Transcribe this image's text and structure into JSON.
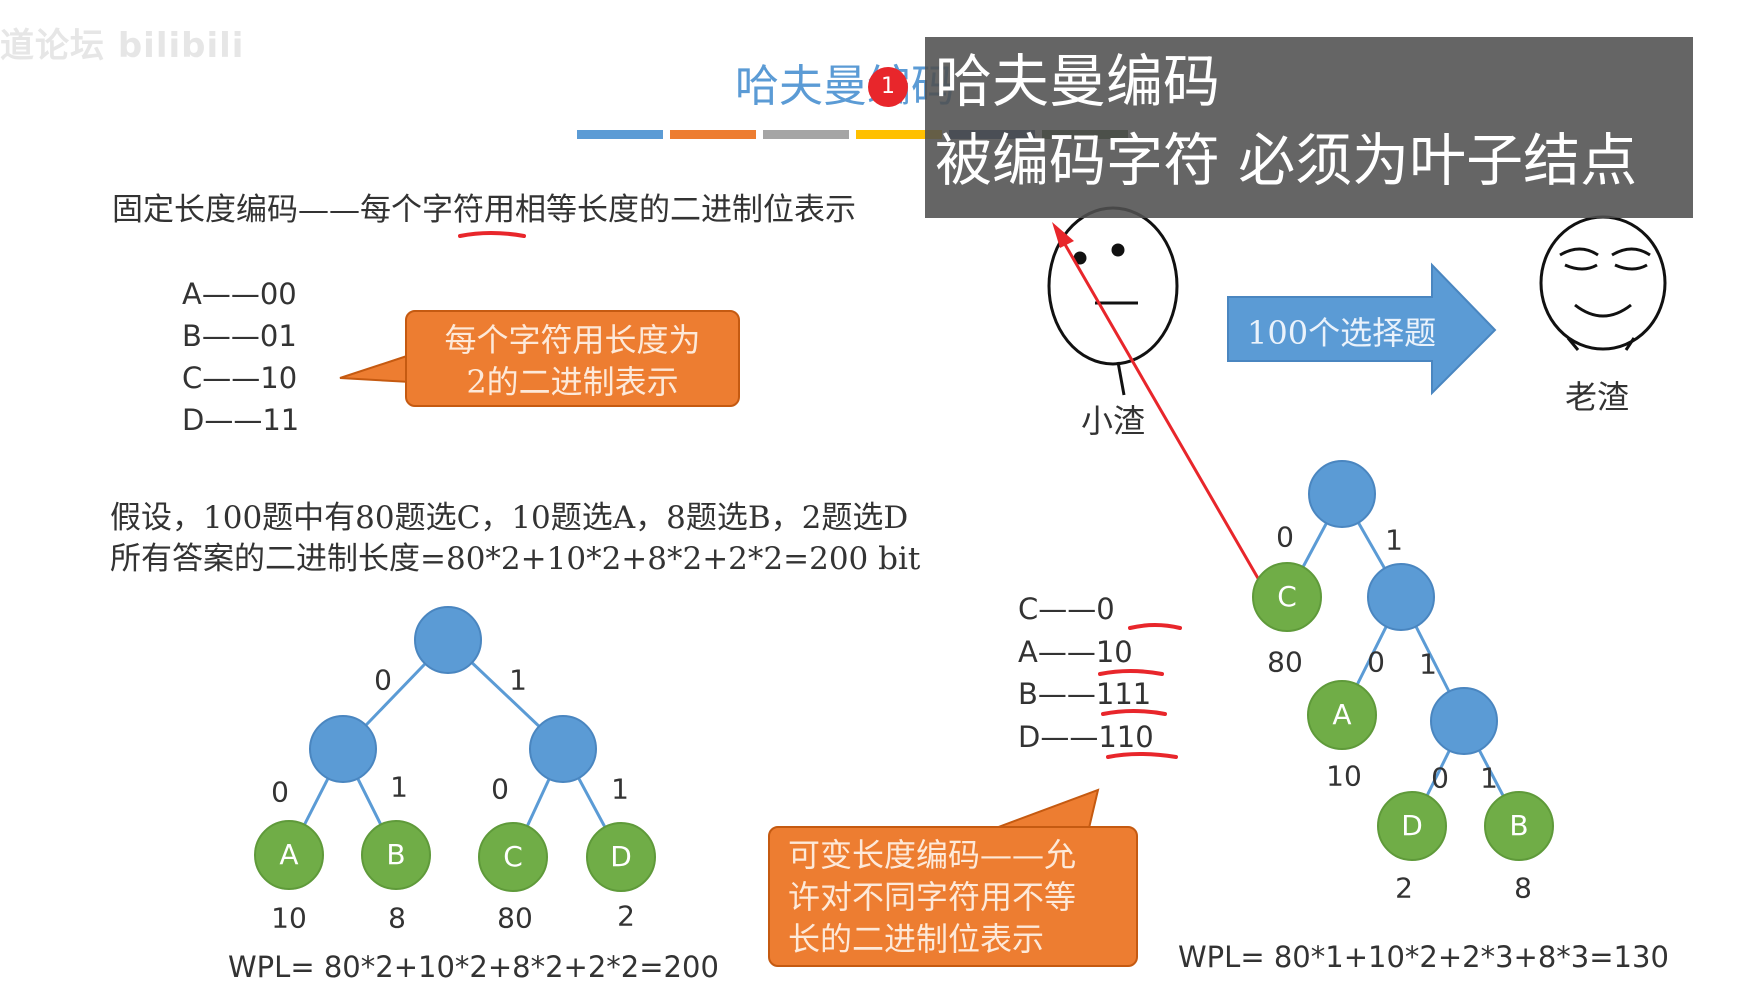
{
  "watermark": "道论坛 bilibili",
  "slide_title": "哈夫曼编码",
  "divider_colors": [
    "#5b9bd5",
    "#ed7d31",
    "#a5a5a5",
    "#ffc000",
    "#264478",
    "#375623"
  ],
  "fixed_length_heading": "固定长度编码——每个字符用相等长度的二进制位表示",
  "fixed_codes": [
    "A——00",
    "B——01",
    "C——10",
    "D——11"
  ],
  "fixed_callout": [
    "每个字符用长度为",
    "2的二进制表示"
  ],
  "assumption": [
    "假设，100题中有80题选C，10题选A，8题选B，2题选D",
    "所有答案的二进制长度=80*2+10*2+8*2+2*2=200 bit"
  ],
  "left_tree": {
    "edge_labels": [
      "0",
      "1",
      "0",
      "1",
      "0",
      "1"
    ],
    "leaves": [
      "A",
      "B",
      "C",
      "D"
    ],
    "weights": [
      "10",
      "8",
      "80",
      "2"
    ],
    "wpl": "WPL= 80*2+10*2+8*2+2*2=200"
  },
  "variable_codes": [
    {
      "letter": "C——",
      "code": "0"
    },
    {
      "letter": "A——",
      "code": "10"
    },
    {
      "letter": "B——",
      "code": "111"
    },
    {
      "letter": "D——",
      "code": "110"
    }
  ],
  "variable_callout": [
    "可变长度编码——允",
    "许对不同字符用不等",
    "长的二进制位表示"
  ],
  "right_tree": {
    "edge_labels": [
      "0",
      "1",
      "0",
      "1",
      "0",
      "1"
    ],
    "leaves": [
      "C",
      "A",
      "D",
      "B"
    ],
    "weights": [
      "80",
      "10",
      "2",
      "8"
    ],
    "wpl": "WPL= 80*1+10*2+2*3+8*3=130"
  },
  "arrow_label": "100个选择题",
  "person_left": "小渣",
  "person_right": "老渣",
  "overlay": {
    "badge": "1",
    "line1": "哈夫曼编码",
    "line2": "被编码字符 必须为叶子结点"
  },
  "colors": {
    "node_blue": "#5b9bd5",
    "leaf_green": "#70ad47",
    "callout_orange": "#ed7d31",
    "annotation_red": "#e8262b"
  }
}
